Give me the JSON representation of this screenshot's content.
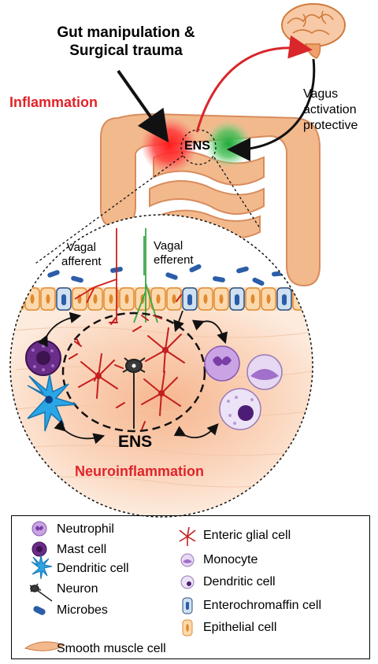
{
  "header": {
    "line1": "Gut manipulation &",
    "line2": "Surgical trauma"
  },
  "labels": {
    "inflammation": "Inflammation",
    "vagus_line1": "Vagus",
    "vagus_line2": "activation",
    "vagus_line3": "protective",
    "ens_top": "ENS",
    "vagal_afferent_1": "Vagal",
    "vagal_afferent_2": "afferent",
    "vagal_efferent_1": "Vagal",
    "vagal_efferent_2": "efferent",
    "ens_bottom": "ENS",
    "neuroinflammation": "Neuroinflammation"
  },
  "legend": {
    "left": [
      "Neutrophil",
      "Mast cell",
      "Dendritic cell",
      "Neuron",
      "Microbes",
      "Smooth muscle cell"
    ],
    "right": [
      "Enteric glial cell",
      "Monocyte",
      "Dendritic cell",
      "Enterochromaffin cell",
      "Epithelial cell"
    ]
  },
  "colors": {
    "inflammation_red": "#e0242a",
    "protective_green": "#3aa845",
    "intestine": "#f2b98d",
    "glia": "#c41e1e"
  }
}
